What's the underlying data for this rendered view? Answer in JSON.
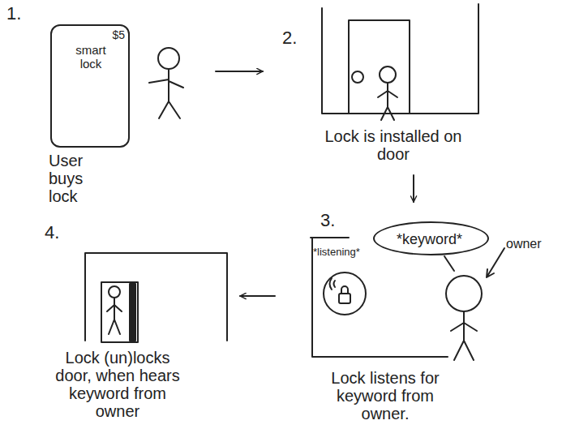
{
  "diagram": {
    "nodes": [
      {
        "text": [
          "1.",
          "User buys lock"
        ]
      },
      {
        "text": [
          "$5",
          "smart lock"
        ],
        "in": 0
      },
      {
        "text": [
          "2.",
          "Lock is installed on door"
        ]
      },
      {
        "text": [
          "3.",
          "Lock listens for keyword from owner."
        ]
      },
      {
        "text": [
          "*keyword*"
        ],
        "in": 3
      },
      {
        "text": [
          "4.",
          "Lock (un)locks door, when hears keyword from owner"
        ]
      }
    ],
    "edges": [
      {
        "from": 0,
        "to": 2,
        "arrow": "to"
      },
      {
        "from": 2,
        "to": 3,
        "arrow": "to"
      },
      {
        "from": 3,
        "to": 5,
        "arrow": "to"
      }
    ],
    "labels": [
      "*listening*",
      "owner"
    ]
  }
}
